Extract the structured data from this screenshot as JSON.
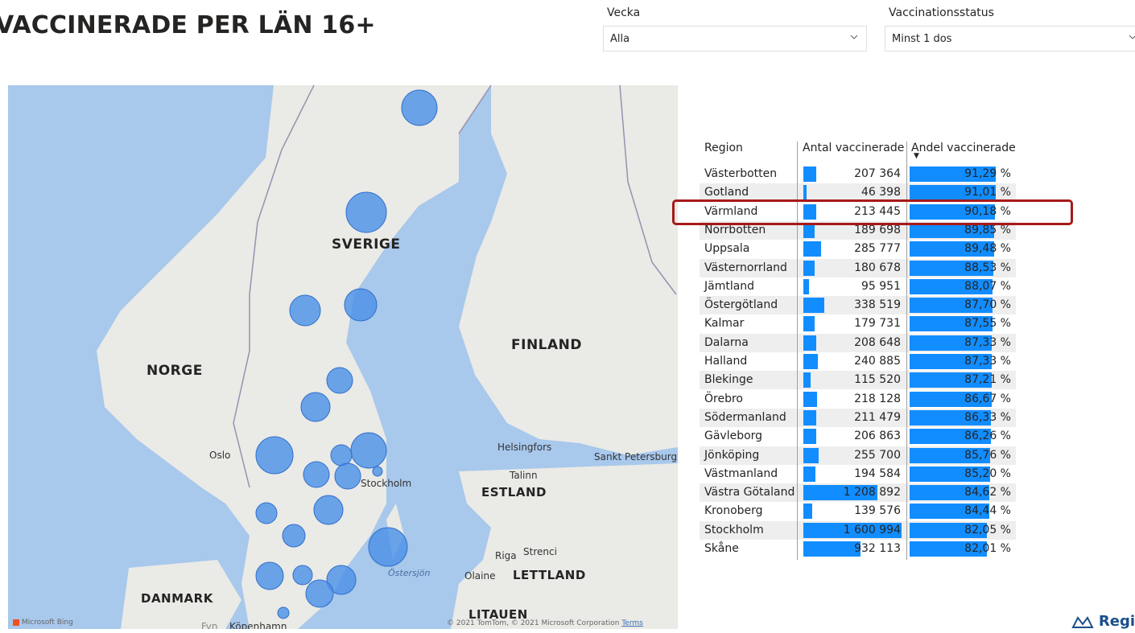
{
  "title": "VACCINERADE PER LÄN 16+",
  "filters": {
    "week": {
      "label": "Vecka",
      "value": "Alla"
    },
    "status": {
      "label": "Vaccinationsstatus",
      "value": "Minst 1 dos"
    }
  },
  "map": {
    "countries": [
      "SVERIGE",
      "NORGE",
      "FINLAND",
      "ESTLAND",
      "LETTLAND",
      "DANMARK",
      "LITAUEN"
    ],
    "cities": [
      "Oslo",
      "Stockholm",
      "Helsingfors",
      "Talinn",
      "Sankt Petersburg",
      "Riga",
      "Strenci",
      "Olaine",
      "Köpenhamn",
      "Fyn"
    ],
    "water": "Östersjön",
    "bing": "Microsoft Bing",
    "credits": "© 2021 TomTom, © 2021 Microsoft Corporation",
    "terms": "Terms"
  },
  "table": {
    "headers": [
      "Region",
      "Antal vaccinerade",
      "Andel vaccinerade"
    ],
    "sort_indicator": "▼",
    "rows": [
      {
        "region": "Västerbotten",
        "count": "207 364",
        "share": "91,29 %",
        "count_v": 207364,
        "share_v": 91.29
      },
      {
        "region": "Gotland",
        "count": "46 398",
        "share": "91,01 %",
        "count_v": 46398,
        "share_v": 91.01
      },
      {
        "region": "Värmland",
        "count": "213 445",
        "share": "90,18 %",
        "count_v": 213445,
        "share_v": 90.18
      },
      {
        "region": "Norrbotten",
        "count": "189 698",
        "share": "89,85 %",
        "count_v": 189698,
        "share_v": 89.85
      },
      {
        "region": "Uppsala",
        "count": "285 777",
        "share": "89,48 %",
        "count_v": 285777,
        "share_v": 89.48
      },
      {
        "region": "Västernorrland",
        "count": "180 678",
        "share": "88,53 %",
        "count_v": 180678,
        "share_v": 88.53
      },
      {
        "region": "Jämtland",
        "count": "95 951",
        "share": "88,07 %",
        "count_v": 95951,
        "share_v": 88.07
      },
      {
        "region": "Östergötland",
        "count": "338 519",
        "share": "87,70 %",
        "count_v": 338519,
        "share_v": 87.7
      },
      {
        "region": "Kalmar",
        "count": "179 731",
        "share": "87,55 %",
        "count_v": 179731,
        "share_v": 87.55
      },
      {
        "region": "Dalarna",
        "count": "208 648",
        "share": "87,33 %",
        "count_v": 208648,
        "share_v": 87.33
      },
      {
        "region": "Halland",
        "count": "240 885",
        "share": "87,33 %",
        "count_v": 240885,
        "share_v": 87.33
      },
      {
        "region": "Blekinge",
        "count": "115 520",
        "share": "87,21 %",
        "count_v": 115520,
        "share_v": 87.21
      },
      {
        "region": "Örebro",
        "count": "218 128",
        "share": "86,67 %",
        "count_v": 218128,
        "share_v": 86.67
      },
      {
        "region": "Södermanland",
        "count": "211 479",
        "share": "86,33 %",
        "count_v": 211479,
        "share_v": 86.33
      },
      {
        "region": "Gävleborg",
        "count": "206 863",
        "share": "86,26 %",
        "count_v": 206863,
        "share_v": 86.26
      },
      {
        "region": "Jönköping",
        "count": "255 700",
        "share": "85,76 %",
        "count_v": 255700,
        "share_v": 85.76
      },
      {
        "region": "Västmanland",
        "count": "194 584",
        "share": "85,20 %",
        "count_v": 194584,
        "share_v": 85.2
      },
      {
        "region": "Västra Götaland",
        "count": "1 208 892",
        "share": "84,62 %",
        "count_v": 1208892,
        "share_v": 84.62
      },
      {
        "region": "Kronoberg",
        "count": "139 576",
        "share": "84,44 %",
        "count_v": 139576,
        "share_v": 84.44
      },
      {
        "region": "Stockholm",
        "count": "1 600 994",
        "share": "82,05 %",
        "count_v": 1600994,
        "share_v": 82.05
      },
      {
        "region": "Skåne",
        "count": "932 113",
        "share": "82,01 %",
        "count_v": 932113,
        "share_v": 82.01
      }
    ]
  },
  "logo": "Regi",
  "colors": {
    "bar": "#118dff",
    "bubble": "#4a90e8",
    "highlight": "#a7191a"
  }
}
